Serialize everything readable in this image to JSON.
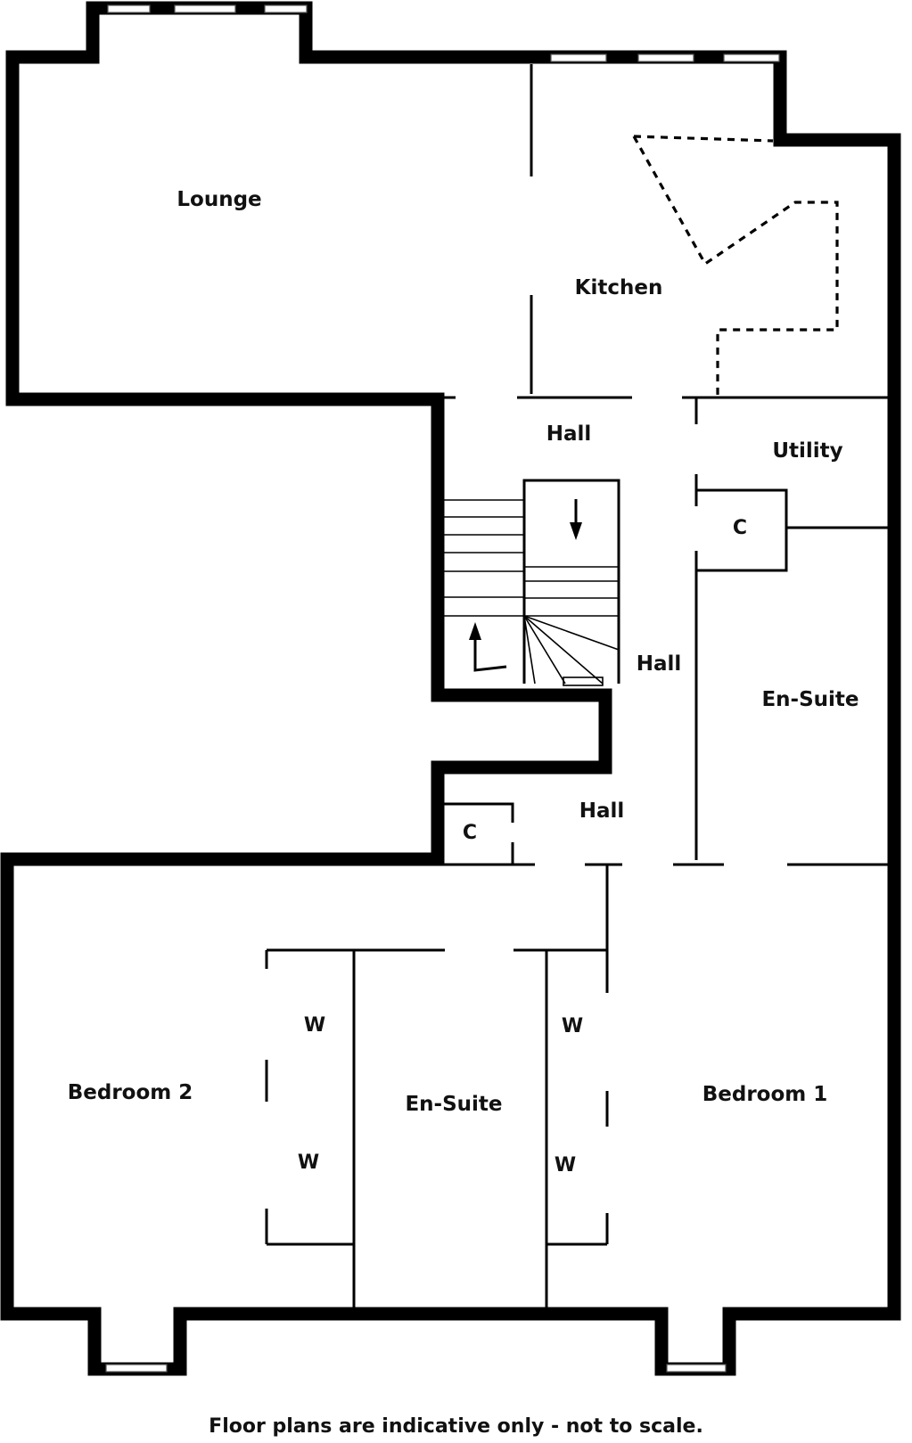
{
  "rooms": {
    "lounge": "Lounge",
    "kitchen": "Kitchen",
    "hall_top": "Hall",
    "utility": "Utility",
    "cupboard_right": "C",
    "hall_middle": "Hall",
    "en_suite_right": "En-Suite",
    "hall_lower": "Hall",
    "cupboard_left": "C",
    "bedroom_2": "Bedroom 2",
    "en_suite_bottom": "En-Suite",
    "bedroom_1": "Bedroom 1",
    "wardrobe_1": "W",
    "wardrobe_2": "W",
    "wardrobe_3": "W",
    "wardrobe_4": "W"
  },
  "footer": {
    "disclaimer": "Floor plans are indicative only - not to scale."
  }
}
